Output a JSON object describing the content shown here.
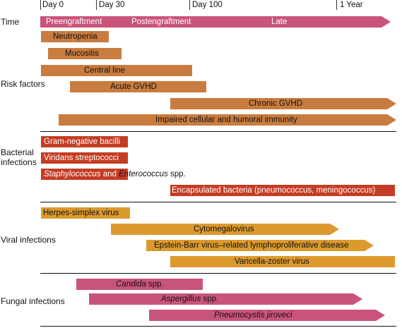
{
  "timeline": {
    "ticks": [
      "Day 0",
      "Day 30",
      "Day 100",
      "1 Year"
    ],
    "phases": [
      "Preengraftment",
      "Postengraftment",
      "Late"
    ]
  },
  "sections": {
    "time": "Time",
    "risk": "Risk factors",
    "bacterial": "Bacterial infections",
    "viral": "Viral infections",
    "fungal": "Fungal infections"
  },
  "risk_factors": {
    "neutropenia": "Neutropenia",
    "mucositis": "Mucositis",
    "central_line": "Central line",
    "acute_gvhd": "Acute GVHD",
    "chronic_gvhd": "Chronic GVHD",
    "immunity": "Impaired cellular and humoral immunity"
  },
  "bacterial": {
    "gram_negative": "Gram-negative bacilli",
    "viridans": "Viridans streptococci",
    "staph_a": "Staphylococcus",
    "staph_b": " and ",
    "staph_c": "Enterococcus",
    "staph_d": " spp.",
    "encapsulated": "Encapsulated bacteria (pneumococcus, meningococcus)"
  },
  "viral": {
    "hsv": "Herpes-simplex virus",
    "cmv": "Cytomegalovirus",
    "ebv": "Epstein-Barr virus–related lymphoproliferative disease",
    "vzv": "Varicella-zoster virus"
  },
  "fungal": {
    "candida_a": "Candida",
    "candida_b": " spp.",
    "aspergillus_a": "Aspergillus",
    "aspergillus_b": " spp.",
    "pneumocystis": "Pneumocystis jiroveci"
  },
  "colors": {
    "time": "#c9547a",
    "risk": "#c97c3f",
    "bacterial": "#c43c23",
    "viral": "#dc9a2e",
    "fungal": "#c9547a"
  }
}
